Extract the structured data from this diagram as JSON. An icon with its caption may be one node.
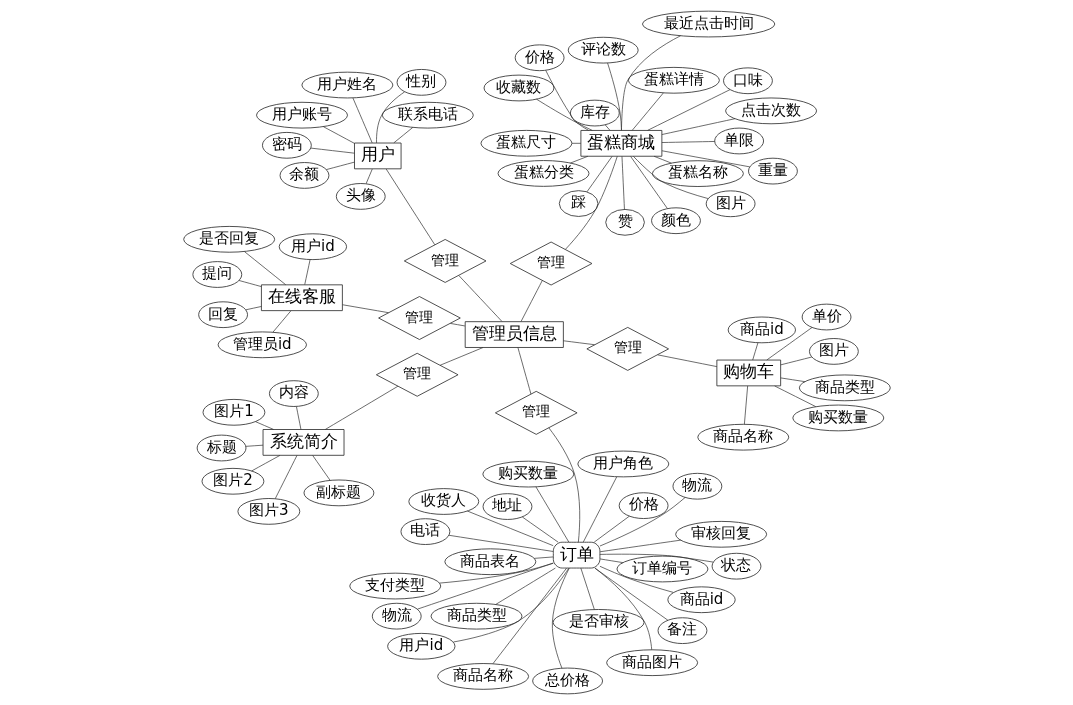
{
  "diagram": {
    "nodes": [
      {
        "text": [
          "管理员信息"
        ]
      },
      {
        "text": [
          "订单"
        ]
      },
      {
        "text": [
          "管理"
        ]
      },
      {
        "text": [
          "购买数量"
        ]
      },
      {
        "text": [
          "订单编号"
        ]
      },
      {
        "text": [
          "商品表名"
        ]
      },
      {
        "text": [
          "用户id"
        ]
      },
      {
        "text": [
          "商品id"
        ]
      },
      {
        "text": [
          "商品名称"
        ]
      },
      {
        "text": [
          "商品图片"
        ]
      },
      {
        "text": [
          "总价格"
        ]
      },
      {
        "text": [
          "支付类型"
        ]
      },
      {
        "text": [
          "状态"
        ]
      },
      {
        "text": [
          "审核回复"
        ]
      },
      {
        "text": [
          "用户角色"
        ]
      },
      {
        "text": [
          "是否审核"
        ]
      },
      {
        "text": [
          "备注"
        ]
      },
      {
        "text": [
          "收货人"
        ]
      },
      {
        "text": [
          "电话"
        ]
      },
      {
        "text": [
          "地址"
        ]
      },
      {
        "text": [
          "商品类型"
        ]
      },
      {
        "text": [
          "物流"
        ]
      },
      {
        "text": [
          "价格"
        ]
      },
      {
        "text": [
          "物流"
        ]
      },
      {
        "text": [
          "购物车"
        ]
      },
      {
        "text": [
          "管理"
        ]
      },
      {
        "text": [
          "图片"
        ]
      },
      {
        "text": [
          "商品id"
        ]
      },
      {
        "text": [
          "商品名称"
        ]
      },
      {
        "text": [
          "购买数量"
        ]
      },
      {
        "text": [
          "单价"
        ]
      },
      {
        "text": [
          "商品类型"
        ]
      },
      {
        "text": [
          "在线客服"
        ]
      },
      {
        "text": [
          "管理"
        ]
      },
      {
        "text": [
          "用户id"
        ]
      },
      {
        "text": [
          "管理员id"
        ]
      },
      {
        "text": [
          "提问"
        ]
      },
      {
        "text": [
          "是否回复"
        ]
      },
      {
        "text": [
          "回复"
        ]
      },
      {
        "text": [
          "蛋糕商城"
        ]
      },
      {
        "text": [
          "管理"
        ]
      },
      {
        "text": [
          "收藏数"
        ]
      },
      {
        "text": [
          "库存"
        ]
      },
      {
        "text": [
          "口味"
        ]
      },
      {
        "text": [
          "蛋糕名称"
        ]
      },
      {
        "text": [
          "蛋糕分类"
        ]
      },
      {
        "text": [
          "图片"
        ]
      },
      {
        "text": [
          "颜色"
        ]
      },
      {
        "text": [
          "单限"
        ]
      },
      {
        "text": [
          "重量"
        ]
      },
      {
        "text": [
          "蛋糕尺寸"
        ]
      },
      {
        "text": [
          "点击次数"
        ]
      },
      {
        "text": [
          "最近点击时间"
        ]
      },
      {
        "text": [
          "评论数"
        ]
      },
      {
        "text": [
          "蛋糕详情"
        ]
      },
      {
        "text": [
          "赞"
        ]
      },
      {
        "text": [
          "踩"
        ]
      },
      {
        "text": [
          "价格"
        ]
      },
      {
        "text": [
          "用户"
        ]
      },
      {
        "text": [
          "管理"
        ]
      },
      {
        "text": [
          "用户账号"
        ]
      },
      {
        "text": [
          "用户姓名"
        ]
      },
      {
        "text": [
          "余额"
        ]
      },
      {
        "text": [
          "性别"
        ]
      },
      {
        "text": [
          "联系电话"
        ]
      },
      {
        "text": [
          "密码"
        ]
      },
      {
        "text": [
          "头像"
        ]
      },
      {
        "text": [
          "系统简介"
        ]
      },
      {
        "text": [
          "管理"
        ]
      },
      {
        "text": [
          "标题"
        ]
      },
      {
        "text": [
          "副标题"
        ]
      },
      {
        "text": [
          "内容"
        ]
      },
      {
        "text": [
          "图片1"
        ]
      },
      {
        "text": [
          "图片2"
        ]
      },
      {
        "text": [
          "图片3"
        ]
      }
    ],
    "edges": [
      {
        "from": 0,
        "to": 2,
        "arrow": "none"
      },
      {
        "from": 2,
        "to": 1,
        "arrow": "none"
      },
      {
        "from": 1,
        "to": 3,
        "arrow": "none"
      },
      {
        "from": 1,
        "to": 4,
        "arrow": "none"
      },
      {
        "from": 1,
        "to": 5,
        "arrow": "none"
      },
      {
        "from": 1,
        "to": 6,
        "arrow": "none"
      },
      {
        "from": 1,
        "to": 7,
        "arrow": "none"
      },
      {
        "from": 1,
        "to": 8,
        "arrow": "none"
      },
      {
        "from": 1,
        "to": 9,
        "arrow": "none"
      },
      {
        "from": 1,
        "to": 10,
        "arrow": "none"
      },
      {
        "from": 1,
        "to": 11,
        "arrow": "none"
      },
      {
        "from": 1,
        "to": 12,
        "arrow": "none"
      },
      {
        "from": 1,
        "to": 13,
        "arrow": "none"
      },
      {
        "from": 1,
        "to": 14,
        "arrow": "none"
      },
      {
        "from": 1,
        "to": 15,
        "arrow": "none"
      },
      {
        "from": 1,
        "to": 16,
        "arrow": "none"
      },
      {
        "from": 1,
        "to": 17,
        "arrow": "none"
      },
      {
        "from": 1,
        "to": 18,
        "arrow": "none"
      },
      {
        "from": 1,
        "to": 19,
        "arrow": "none"
      },
      {
        "from": 1,
        "to": 20,
        "arrow": "none"
      },
      {
        "from": 1,
        "to": 21,
        "arrow": "none"
      },
      {
        "from": 1,
        "to": 22,
        "arrow": "none"
      },
      {
        "from": 1,
        "to": 23,
        "arrow": "none"
      },
      {
        "from": 0,
        "to": 25,
        "arrow": "none"
      },
      {
        "from": 25,
        "to": 24,
        "arrow": "none"
      },
      {
        "from": 24,
        "to": 26,
        "arrow": "none"
      },
      {
        "from": 24,
        "to": 27,
        "arrow": "none"
      },
      {
        "from": 24,
        "to": 28,
        "arrow": "none"
      },
      {
        "from": 24,
        "to": 29,
        "arrow": "none"
      },
      {
        "from": 24,
        "to": 30,
        "arrow": "none"
      },
      {
        "from": 24,
        "to": 31,
        "arrow": "none"
      },
      {
        "from": 0,
        "to": 33,
        "arrow": "none"
      },
      {
        "from": 33,
        "to": 32,
        "arrow": "none"
      },
      {
        "from": 32,
        "to": 34,
        "arrow": "none"
      },
      {
        "from": 32,
        "to": 35,
        "arrow": "none"
      },
      {
        "from": 32,
        "to": 36,
        "arrow": "none"
      },
      {
        "from": 32,
        "to": 37,
        "arrow": "none"
      },
      {
        "from": 32,
        "to": 38,
        "arrow": "none"
      },
      {
        "from": 0,
        "to": 40,
        "arrow": "none"
      },
      {
        "from": 40,
        "to": 39,
        "arrow": "none"
      },
      {
        "from": 39,
        "to": 41,
        "arrow": "none"
      },
      {
        "from": 39,
        "to": 42,
        "arrow": "none"
      },
      {
        "from": 39,
        "to": 43,
        "arrow": "none"
      },
      {
        "from": 39,
        "to": 44,
        "arrow": "none"
      },
      {
        "from": 39,
        "to": 45,
        "arrow": "none"
      },
      {
        "from": 39,
        "to": 46,
        "arrow": "none"
      },
      {
        "from": 39,
        "to": 47,
        "arrow": "none"
      },
      {
        "from": 39,
        "to": 48,
        "arrow": "none"
      },
      {
        "from": 39,
        "to": 49,
        "arrow": "none"
      },
      {
        "from": 39,
        "to": 50,
        "arrow": "none"
      },
      {
        "from": 39,
        "to": 51,
        "arrow": "none"
      },
      {
        "from": 39,
        "to": 52,
        "arrow": "none"
      },
      {
        "from": 39,
        "to": 53,
        "arrow": "none"
      },
      {
        "from": 39,
        "to": 54,
        "arrow": "none"
      },
      {
        "from": 39,
        "to": 55,
        "arrow": "none"
      },
      {
        "from": 39,
        "to": 56,
        "arrow": "none"
      },
      {
        "from": 39,
        "to": 57,
        "arrow": "none"
      },
      {
        "from": 0,
        "to": 59,
        "arrow": "none"
      },
      {
        "from": 59,
        "to": 58,
        "arrow": "none"
      },
      {
        "from": 58,
        "to": 60,
        "arrow": "none"
      },
      {
        "from": 58,
        "to": 61,
        "arrow": "none"
      },
      {
        "from": 58,
        "to": 62,
        "arrow": "none"
      },
      {
        "from": 58,
        "to": 63,
        "arrow": "none"
      },
      {
        "from": 58,
        "to": 64,
        "arrow": "none"
      },
      {
        "from": 58,
        "to": 65,
        "arrow": "none"
      },
      {
        "from": 58,
        "to": 66,
        "arrow": "none"
      },
      {
        "from": 0,
        "to": 68,
        "arrow": "none"
      },
      {
        "from": 68,
        "to": 67,
        "arrow": "none"
      },
      {
        "from": 67,
        "to": 69,
        "arrow": "none"
      },
      {
        "from": 67,
        "to": 70,
        "arrow": "none"
      },
      {
        "from": 67,
        "to": 71,
        "arrow": "none"
      },
      {
        "from": 67,
        "to": 72,
        "arrow": "none"
      },
      {
        "from": 67,
        "to": 73,
        "arrow": "none"
      },
      {
        "from": 67,
        "to": 74,
        "arrow": "none"
      }
    ]
  }
}
